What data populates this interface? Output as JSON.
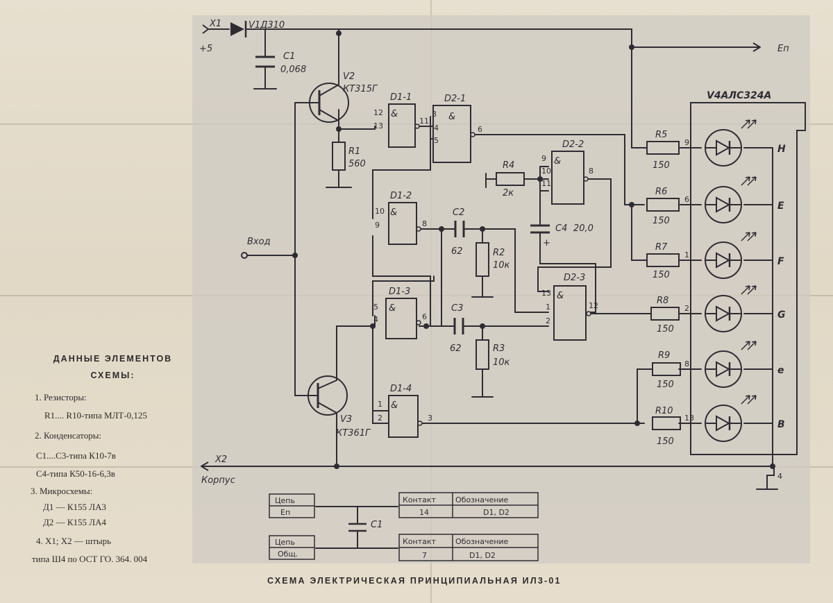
{
  "terminals": {
    "x1": "X1",
    "x1_voltage": "+5",
    "x2": "X2",
    "x2_label": "Корпус",
    "ep": "Еп",
    "input": "Вход"
  },
  "diode": {
    "ref": "V1Д310"
  },
  "capacitors": {
    "c1": {
      "ref": "C1",
      "value": "0,068"
    },
    "c2": {
      "ref": "C2",
      "value": "62"
    },
    "c3": {
      "ref": "C3",
      "value": "62"
    },
    "c4": {
      "ref": "C4",
      "value": "20,0",
      "polarity": "+"
    }
  },
  "transistors": {
    "v2": {
      "ref": "V2",
      "type": "КТ315Г"
    },
    "v3": {
      "ref": "V3",
      "type": "КТ361Г"
    }
  },
  "resistors": {
    "r1": {
      "ref": "R1",
      "value": "560"
    },
    "r2": {
      "ref": "R2",
      "value": "10к"
    },
    "r3": {
      "ref": "R3",
      "value": "10к"
    },
    "r4": {
      "ref": "R4",
      "value": "2к"
    },
    "r5": {
      "ref": "R5",
      "value": "150"
    },
    "r6": {
      "ref": "R6",
      "value": "150"
    },
    "r7": {
      "ref": "R7",
      "value": "150"
    },
    "r8": {
      "ref": "R8",
      "value": "150"
    },
    "r9": {
      "ref": "R9",
      "value": "150"
    },
    "r10": {
      "ref": "R10",
      "value": "150"
    }
  },
  "gates": {
    "d1_1": {
      "ref": "D1-1",
      "symbol": "&",
      "pins": [
        "12",
        "13",
        "11"
      ]
    },
    "d2_1": {
      "ref": "D2-1",
      "symbol": "&",
      "pins": [
        "3",
        "4",
        "5",
        "6"
      ]
    },
    "d1_2": {
      "ref": "D1-2",
      "symbol": "&",
      "pins": [
        "10",
        "9",
        "8"
      ]
    },
    "d2_2": {
      "ref": "D2-2",
      "symbol": "&",
      "pins": [
        "9",
        "10",
        "11",
        "8"
      ]
    },
    "d1_3": {
      "ref": "D1-3",
      "symbol": "&",
      "pins": [
        "5",
        "4",
        "6"
      ]
    },
    "d2_3": {
      "ref": "D2-3",
      "symbol": "&",
      "pins": [
        "13",
        "1",
        "2",
        "12"
      ]
    },
    "d1_4": {
      "ref": "D1-4",
      "symbol": "&",
      "pins": [
        "1",
        "2",
        "3"
      ]
    }
  },
  "indicator": {
    "ref": "V4АЛС324А",
    "segment_pins": [
      "9",
      "6",
      "1",
      "2",
      "8",
      "13"
    ],
    "segment_labels": [
      "H",
      "E",
      "F",
      "G",
      "e",
      "B"
    ],
    "common_pin": "4"
  },
  "tables": [
    {
      "col1_header": "Цепь",
      "col1_value": "Еп",
      "col2_header": "Контакт",
      "col2_value": "14",
      "col3_header": "Обозначение",
      "col3_value": "D1, D2"
    },
    {
      "col1_header": "Цепь",
      "col1_value": "Общ.",
      "col2_header": "Контакт",
      "col2_value": "7",
      "col3_header": "Обозначение",
      "col3_value": "D1, D2"
    }
  ],
  "table_cap": "C1",
  "notes": {
    "heading1": "ДАННЫЕ ЭЛЕМЕНТОВ",
    "heading2": "СХЕМЫ:",
    "lines": [
      "1. Резисторы:",
      "R1.... R10-типа МЛТ-0,125",
      "2. Конденсаторы:",
      "C1....C3-типа К10-7в",
      "С4-типа К50-16-6,3в",
      "3. Микросхемы:",
      "Д1 — К155 ЛА3",
      "Д2 — К155 ЛА4",
      "4. X1; X2 — штырь",
      "типа Ш4 по ОСТ ГО. 364. 004"
    ]
  },
  "caption": "СХЕМА ЭЛЕКТРИЧЕСКАЯ ПРИНЦИПИАЛЬНАЯ ИЛ3-01",
  "colors": {
    "paper": "#e4dccb",
    "panel": "#cfcbc3",
    "ink": "#2e2c33"
  }
}
